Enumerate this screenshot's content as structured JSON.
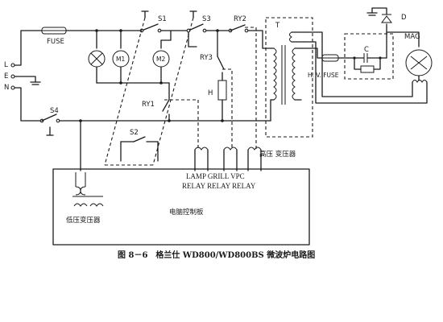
{
  "figure": {
    "caption": "图 8－6　格兰仕 WD800/WD800BS 微波炉电路图"
  },
  "labels": {
    "fuse": "FUSE",
    "s1": "S1",
    "s3": "S3",
    "s4": "S4",
    "s2": "S2",
    "ry2": "RY2",
    "ry3": "RY3",
    "ry1": "RY1",
    "lamp": "",
    "m1": "M1",
    "m2": "M2",
    "heater": "H",
    "transformer": "T",
    "hv_fuse": "H. V. FUSE",
    "capacitor": "C",
    "diode": "D",
    "magnetron": "MAG",
    "line_l": "L",
    "line_e": "E",
    "line_n": "N",
    "hv_transformer": "高压 变压器",
    "lv_transformer": "低压变压器",
    "control_board": "电脑控制板",
    "relay_row1": "LAMP  GRILL  VPC",
    "relay_row2": "RELAY RELAY RELAY"
  },
  "colors": {
    "ink": "#1a1a1a",
    "background": "#ffffff"
  }
}
